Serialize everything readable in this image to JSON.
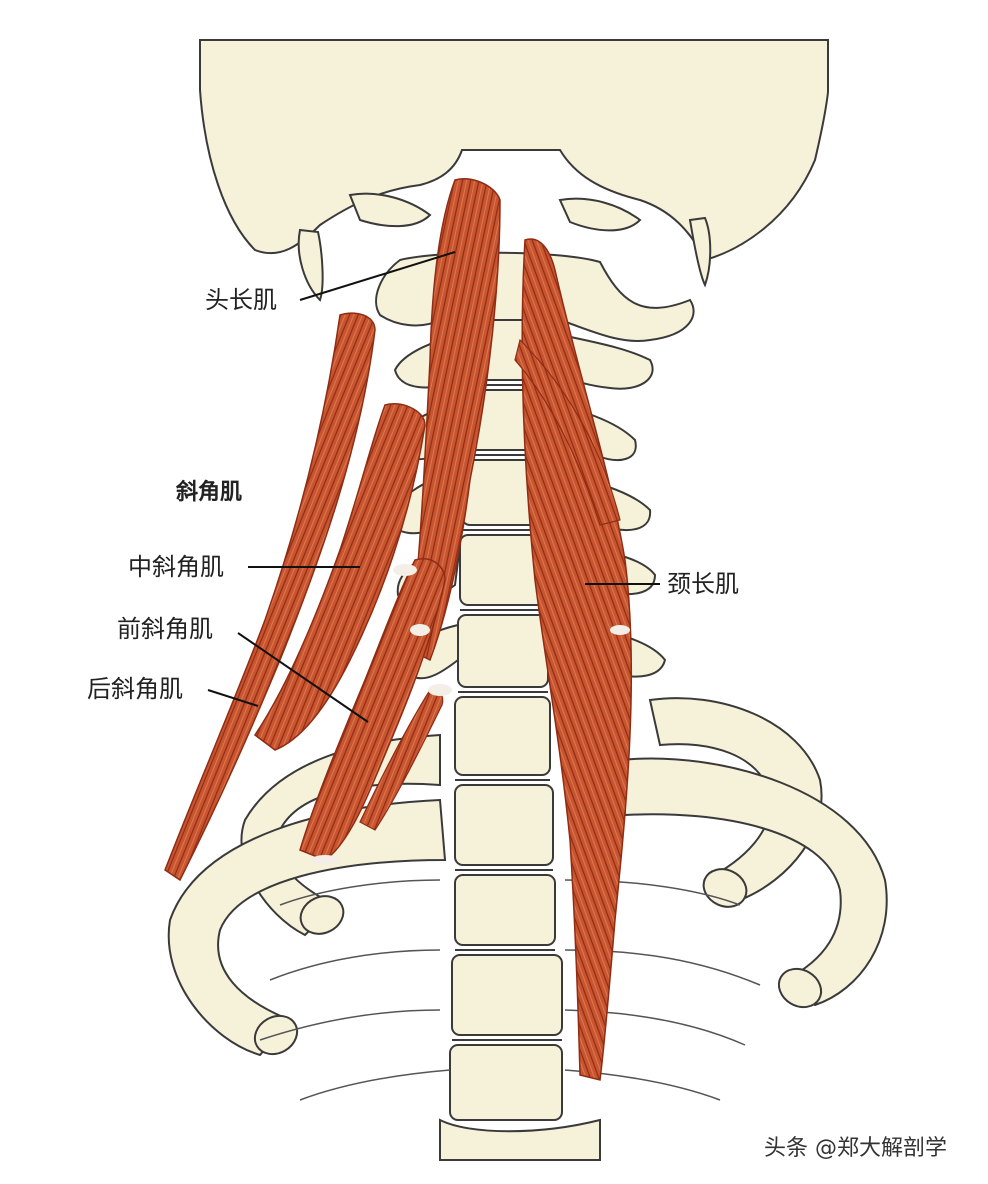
{
  "labels": {
    "longus_capitis": "头长肌",
    "scalenes_group": "斜角肌",
    "scalenus_medius": "中斜角肌",
    "scalenus_anterior": "前斜角肌",
    "scalenus_posterior": "后斜角肌",
    "longus_colli": "颈长肌"
  },
  "watermark": "头条 @郑大解剖学",
  "colors": {
    "bone": "#f6f1d9",
    "bone_outline": "#3a3a3a",
    "muscle": "#c8552f",
    "muscle_dark": "#8f2c14",
    "muscle_light": "#e0825a",
    "tendon": "#f3eee6"
  }
}
